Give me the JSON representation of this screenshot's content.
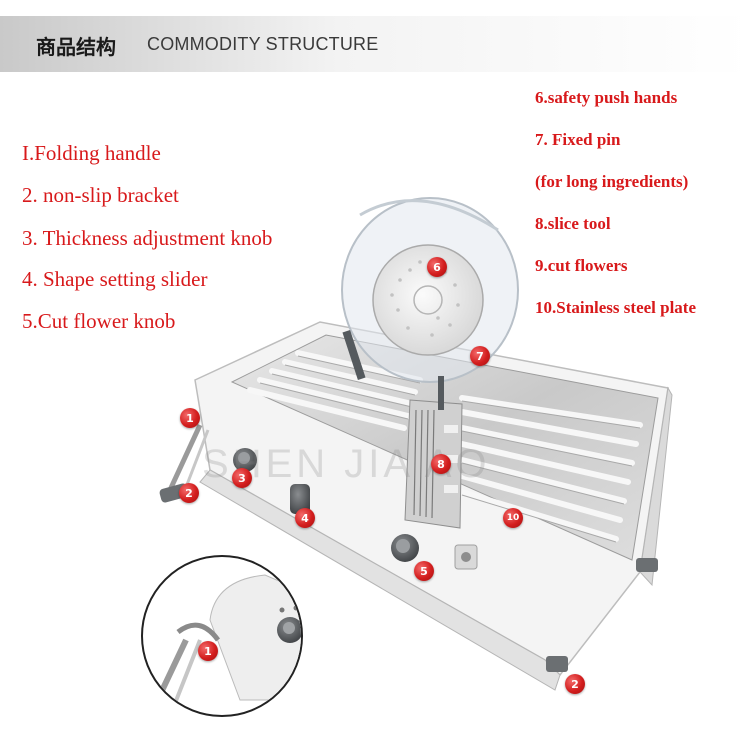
{
  "header": {
    "title_cn": "商品结构",
    "title_en": "COMMODITY STRUCTURE"
  },
  "labels_left": [
    "I.Folding handle",
    "2. non-slip bracket",
    "3. Thickness adjustment knob",
    "4. Shape setting slider",
    "5.Cut flower knob"
  ],
  "labels_right": [
    "6.safety push hands",
    "7. Fixed pin",
    "(for long ingredients)",
    "8.slice tool",
    "9.cut flowers",
    "10.Stainless steel plate"
  ],
  "markers": [
    "1",
    "2",
    "3",
    "4",
    "5",
    "6",
    "7",
    "8",
    "10",
    "1",
    "2"
  ],
  "watermark": "SHEN JIA AO",
  "colors": {
    "label_red": "#d8191b",
    "marker_red": "#d31e1e",
    "header_gray": "#c9c9c9"
  }
}
